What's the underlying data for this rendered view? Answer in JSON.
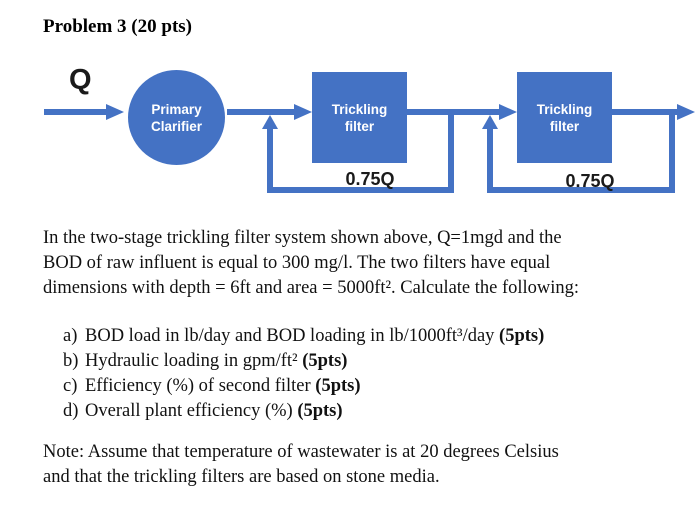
{
  "title": "Problem 3 (20 pts)",
  "diagram": {
    "influent_label": "Q",
    "clarifier_label": "Primary Clarifier",
    "filter1_label": "Trickling filter",
    "filter2_label": "Trickling filter",
    "recycle1_label": "0.75Q",
    "recycle2_label": "0.75Q",
    "colors": {
      "shape_blue": "#4472C4",
      "label_text": "#ffffff"
    }
  },
  "problem": {
    "paragraph_lines": [
      "In the two-stage trickling filter system shown above, Q=1mgd and the",
      "BOD of raw influent is equal to 300 mg/l. The two filters have equal",
      "dimensions with depth = 6ft and area = 5000ft². Calculate the following:"
    ],
    "items": [
      {
        "marker": "a)",
        "text": "BOD load in lb/day and BOD loading in lb/1000ft³/day",
        "points": "(5pts)"
      },
      {
        "marker": "b)",
        "text": "Hydraulic loading in gpm/ft²",
        "points": "(5pts)"
      },
      {
        "marker": "c)",
        "text": "Efficiency (%) of second filter",
        "points": "(5pts)"
      },
      {
        "marker": "d)",
        "text": "Overall plant efficiency (%)",
        "points": "(5pts)"
      }
    ],
    "note_lines": [
      "Note: Assume that temperature of wastewater is at 20 degrees Celsius",
      "and that the trickling filters are based on stone media."
    ]
  }
}
